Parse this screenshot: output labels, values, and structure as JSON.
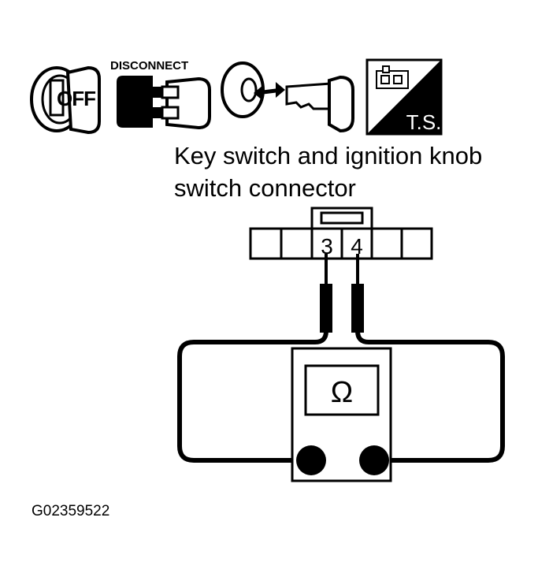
{
  "icons": {
    "ignition_off": {
      "icon": "ignition-off-icon",
      "label": "OFF"
    },
    "disconnect": {
      "icon": "connector-disconnect-icon",
      "label": "DISCONNECT"
    },
    "key_removal": {
      "icon": "key-removal-icon"
    },
    "troubleshooting": {
      "icon": "troubleshooting-icon",
      "label": "T.S."
    }
  },
  "caption": {
    "line1": "Key switch and ignition knob",
    "line2": "switch connector"
  },
  "connector": {
    "pin_left": "3",
    "pin_right": "4"
  },
  "meter": {
    "symbol": "Ω",
    "icon": "ohmmeter-icon"
  },
  "figure_id": "G02359522"
}
